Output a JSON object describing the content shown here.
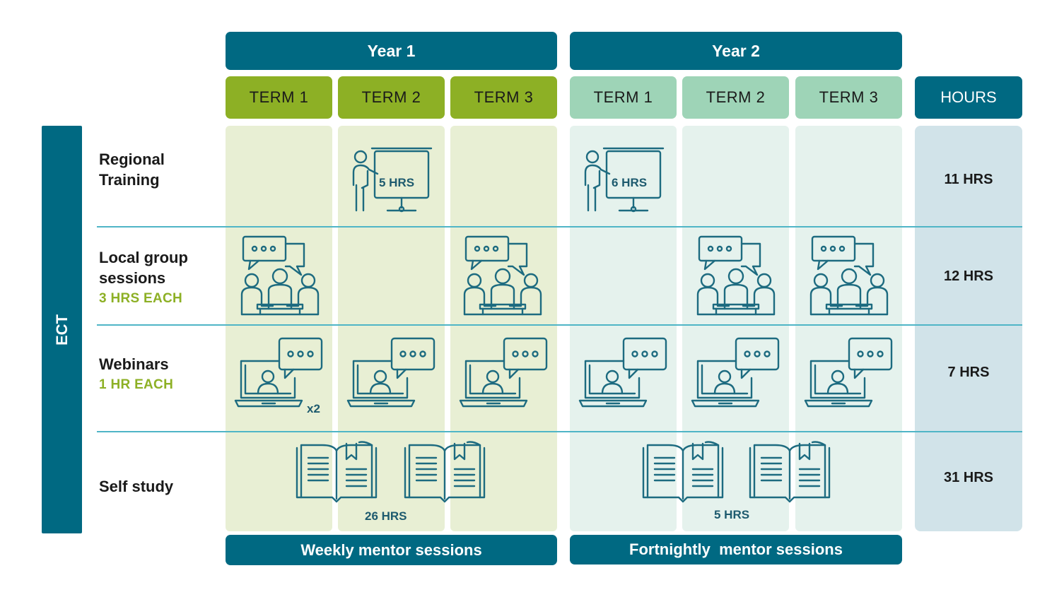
{
  "header": {
    "year1": "Year 1",
    "year2": "Year 2",
    "terms": [
      "TERM 1",
      "TERM 2",
      "TERM 3",
      "TERM 1",
      "TERM 2",
      "TERM 3"
    ],
    "hours": "HOURS"
  },
  "side_label": "ECT",
  "rows": {
    "regional": {
      "label_line1": "Regional",
      "label_line2": "Training",
      "y1_note": "5 HRS",
      "y2_note": "6 HRS",
      "total": "11 HRS"
    },
    "local": {
      "label_line1": "Local group",
      "label_line2": "sessions",
      "sub": "3 HRS EACH",
      "total": "12 HRS"
    },
    "webinars": {
      "label": "Webinars",
      "sub": "1 HR EACH",
      "multiplier": "x2",
      "total": "7 HRS"
    },
    "self_study": {
      "label": "Self study",
      "y1_note": "26 HRS",
      "y2_note": "5 HRS",
      "total": "31 HRS"
    }
  },
  "footer": {
    "y1": "Weekly mentor sessions",
    "y2": "Fortnightly  mentor sessions"
  },
  "colors": {
    "teal": "#006982",
    "green": "#8db025",
    "mint": "#9ed4b7",
    "icon": "#1d6b80"
  },
  "icons": [
    "presentation-icon",
    "group-discussion-icon",
    "webinar-laptop-icon",
    "open-book-icon"
  ]
}
